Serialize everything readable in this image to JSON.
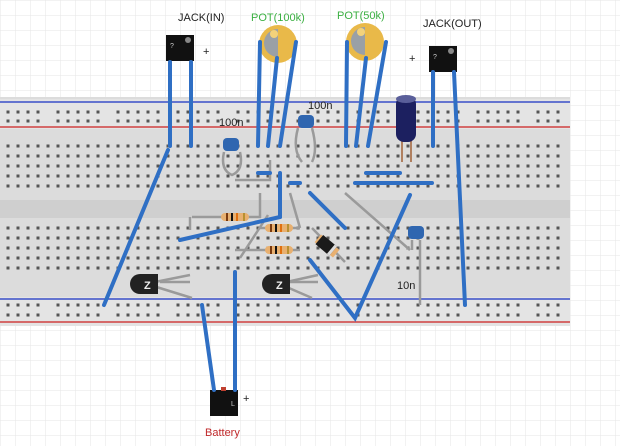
{
  "labels": {
    "jack_in": "JACK(IN)",
    "pot1": "POT(100k)",
    "pot2": "POT(50k)",
    "jack_out": "JACK(OUT)",
    "cap1": "100n",
    "cap2": "100n",
    "cap3": "10n",
    "battery": "Battery",
    "plus": "+"
  },
  "colors": {
    "wire": "#2f6fc4",
    "label_green": "#3cb043",
    "label_red": "#c0282a",
    "rail_blue": "#3a4fc8",
    "rail_red": "#d04040"
  }
}
